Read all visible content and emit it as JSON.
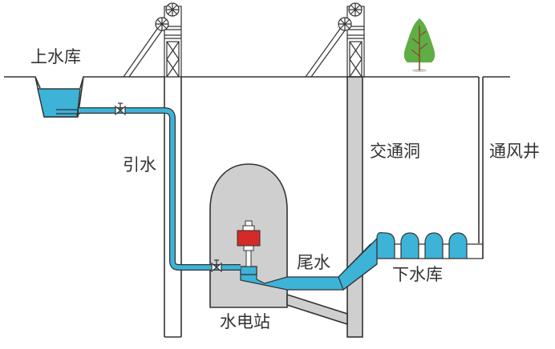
{
  "diagram": {
    "title": "Pumped-storage hydropower station in a mine shaft",
    "labels": {
      "upper_reservoir": "上水库",
      "intake": "引水",
      "access_tunnel": "交通洞",
      "ventilation_shaft": "通风井",
      "tailwater": "尾水",
      "lower_reservoir": "下水库",
      "power_station": "水电站"
    },
    "components": [
      {
        "id": "headframe-left",
        "icon": "mine-headframe-icon"
      },
      {
        "id": "headframe-right",
        "icon": "mine-headframe-icon"
      },
      {
        "id": "tree",
        "icon": "tree-icon"
      },
      {
        "id": "upper-reservoir",
        "icon": "water-basin"
      },
      {
        "id": "intake-pipe",
        "icon": "pipe"
      },
      {
        "id": "valve-upper",
        "icon": "valve-icon"
      },
      {
        "id": "valve-lower",
        "icon": "valve-icon"
      },
      {
        "id": "generator",
        "icon": "generator-icon"
      },
      {
        "id": "lower-reservoir-chambers",
        "count": 4
      }
    ],
    "colors": {
      "water": "#3db3d8",
      "rock": "#cfcfcf",
      "generator": "#d42a2a",
      "tree": "#5fae45",
      "trunk": "#8a4a2a",
      "line": "#333333"
    }
  }
}
